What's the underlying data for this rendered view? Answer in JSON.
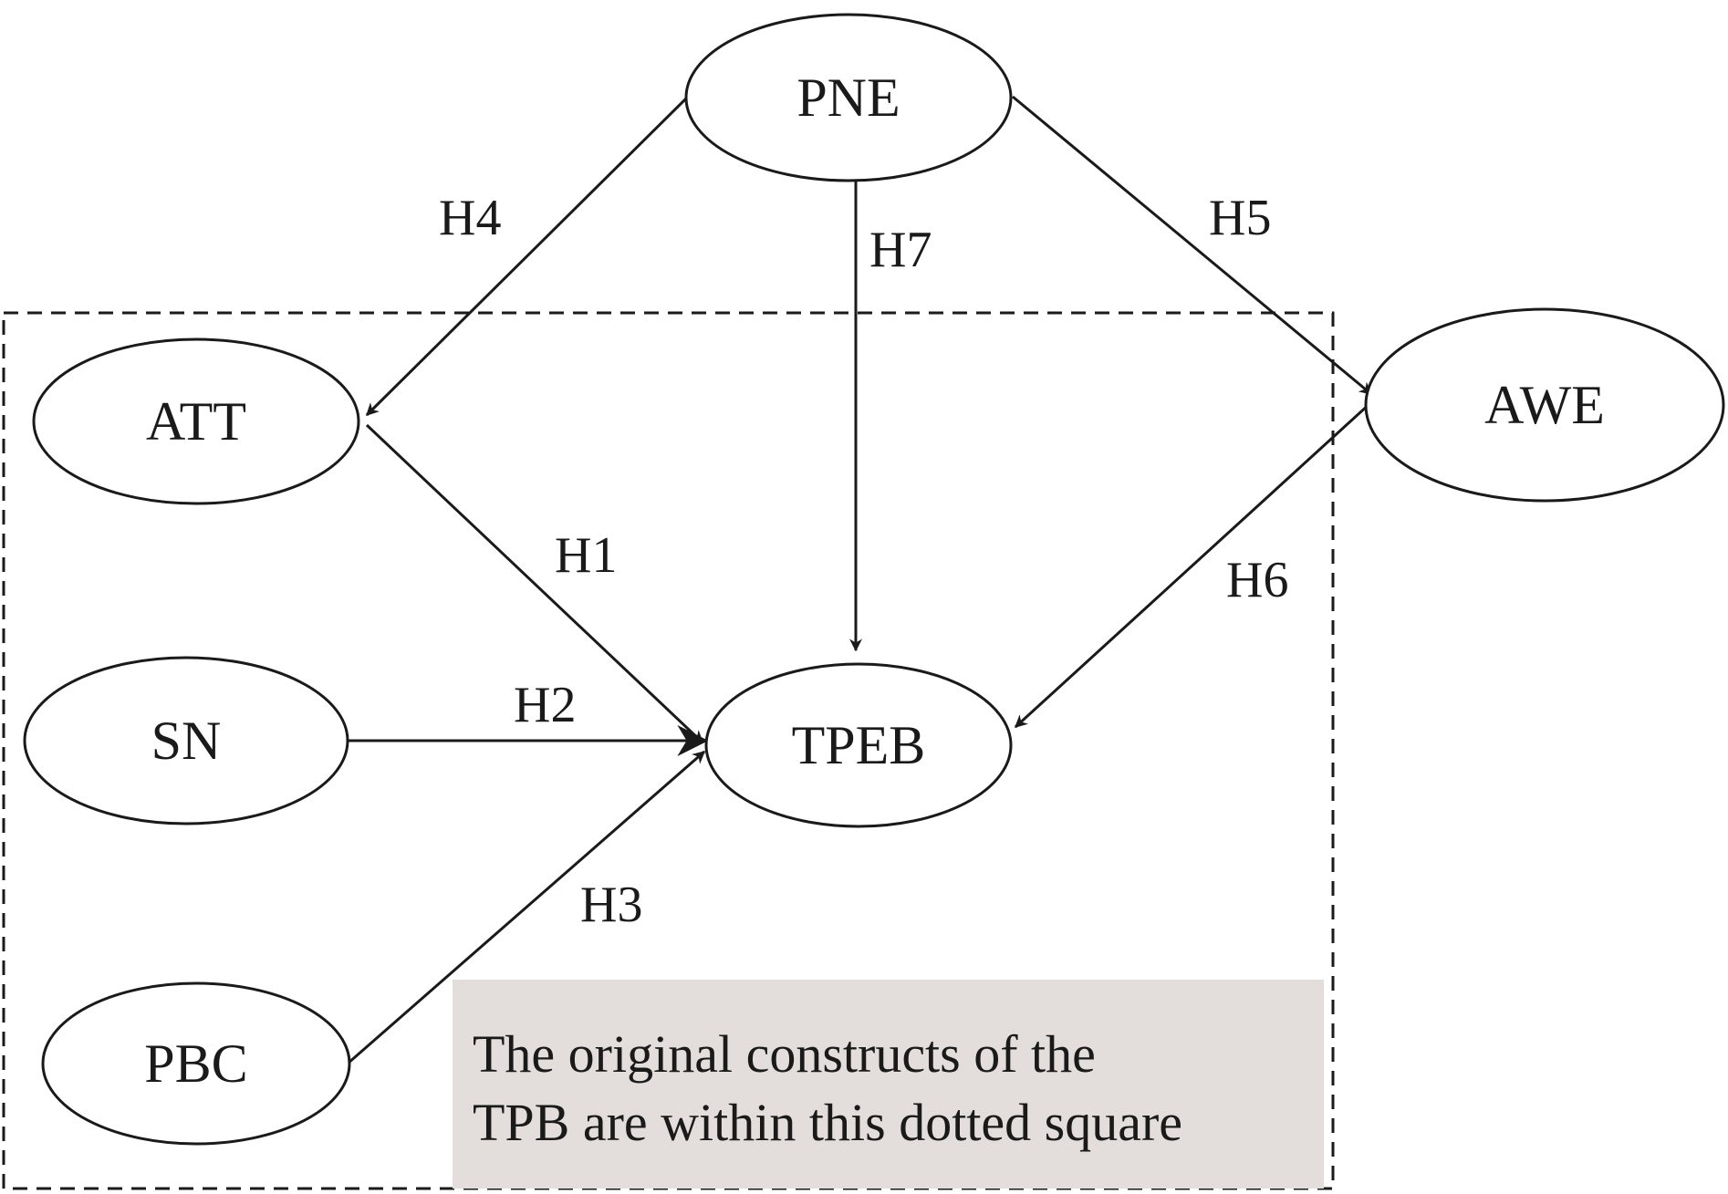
{
  "nodes": {
    "pne": "PNE",
    "att": "ATT",
    "sn": "SN",
    "pbc": "PBC",
    "tpeb": "TPEB",
    "awe": "AWE"
  },
  "paths": {
    "h1": "H1",
    "h2": "H2",
    "h3": "H3",
    "h4": "H4",
    "h5": "H5",
    "h6": "H6",
    "h7": "H7"
  },
  "note": {
    "line1": "The original constructs of the",
    "line2": "TPB are within this dotted square"
  },
  "colors": {
    "stroke": "#1a1a1a",
    "note_background": "#e3dedb"
  }
}
